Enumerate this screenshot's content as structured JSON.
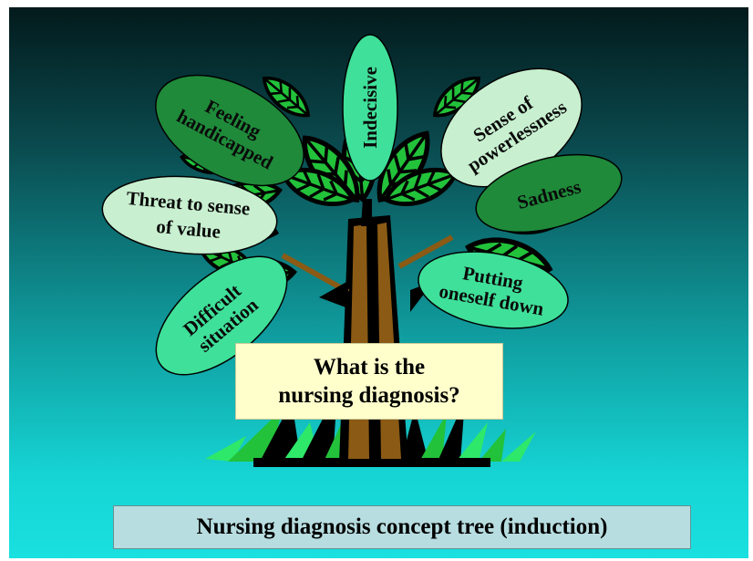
{
  "question": {
    "line1": "What is the",
    "line2": "nursing diagnosis?"
  },
  "caption": "Nursing diagnosis concept tree (induction)",
  "ovals": {
    "feeling_handicapped": {
      "line1": "Feeling",
      "line2": "handicapped"
    },
    "indecisive": "Indecisive",
    "sense_of_powerlessness": {
      "line1": "Sense of",
      "line2": "powerlessness"
    },
    "sadness": "Sadness",
    "threat_to_sense_of_value": {
      "line1": "Threat to sense",
      "line2": "of value"
    },
    "putting_oneself_down": {
      "line1": "Putting",
      "line2": "oneself down"
    },
    "difficult_situation": {
      "line1": "Difficult",
      "line2": "situation"
    }
  },
  "colors": {
    "leaf_green": "#22c23a",
    "oval_light": "#c8f0d0",
    "oval_mint": "#3fe09a",
    "oval_dark": "#1f8a3a",
    "trunk_brown": "#8b5a14",
    "question_bg": "#ffffcc",
    "caption_bg": "#b7dde0"
  }
}
